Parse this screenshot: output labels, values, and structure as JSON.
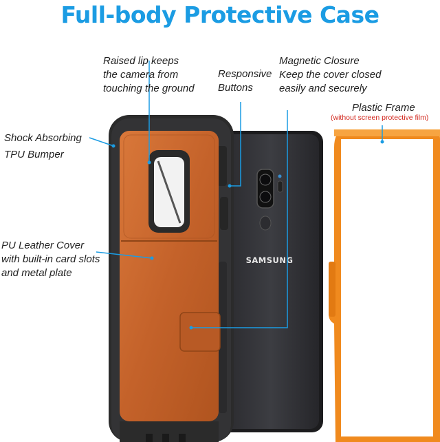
{
  "title": "Full-body Protective Case",
  "callouts": {
    "raised_lip": "Raised lip keeps\nthe camera from\ntouching the ground",
    "responsive_buttons": "Responsive\nButtons",
    "magnetic_closure": "Magnetic Closure\nKeep the cover closed\neasily and securely",
    "plastic_frame": "Plastic Frame",
    "plastic_frame_note": "(without screen protective film)",
    "shock_absorbing": "Shock Absorbing\nTPU Bumper",
    "pu_leather": "PU Leather Cover\nwith built-in card slots\nand metal plate"
  },
  "phone_brand": "SAMSUNG",
  "colors": {
    "title_blue": "#1b9ce3",
    "pointer_blue": "#1b9ce3",
    "leather_orange": "#c9662a",
    "bumper_black": "#2b2b2b",
    "frame_orange": "#f08a1e",
    "note_red": "#d2261c"
  }
}
